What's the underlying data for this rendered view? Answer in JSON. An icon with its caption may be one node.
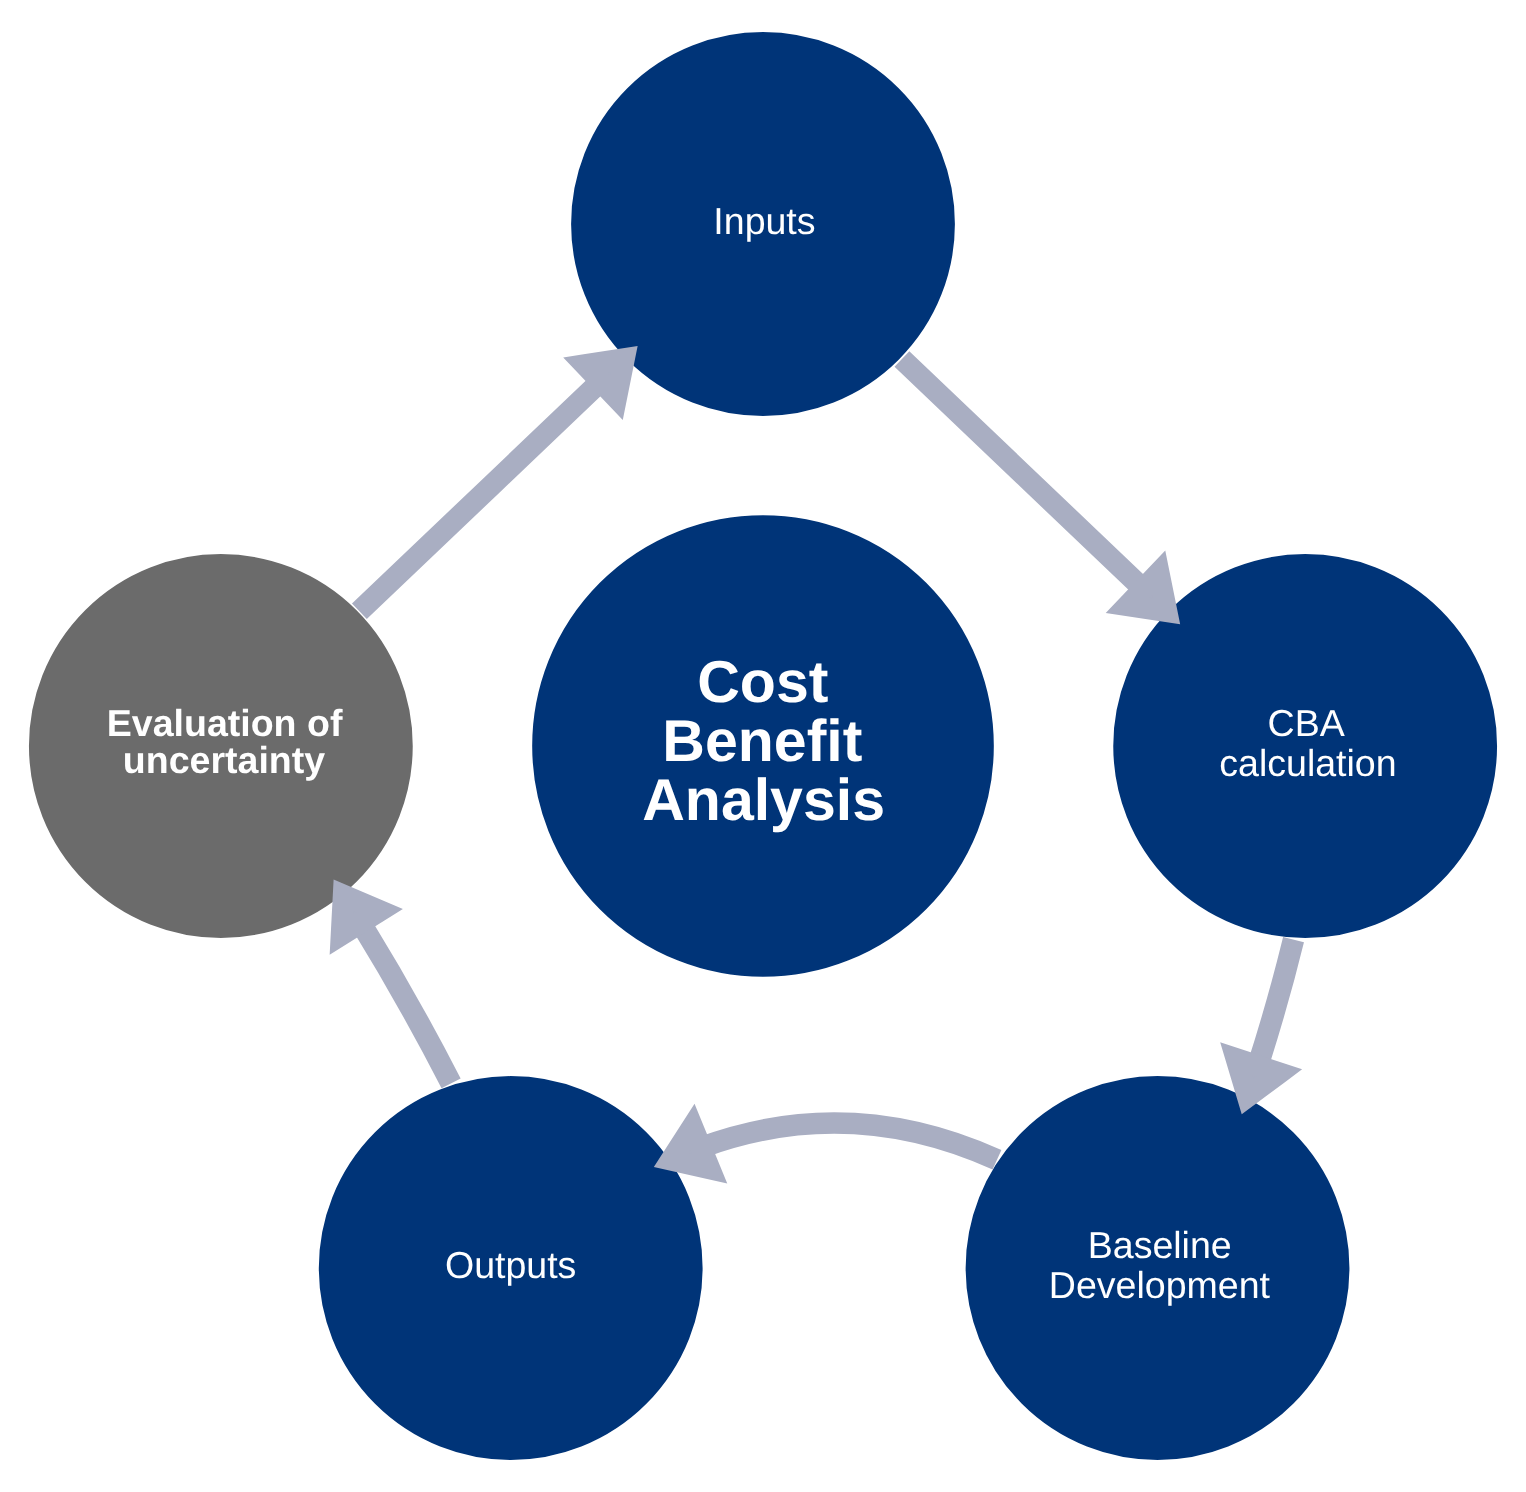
{
  "diagram": {
    "nodes": [
      {
        "text": [
          "Cost Benefit Analysis"
        ]
      },
      {
        "text": [
          "Inputs"
        ]
      },
      {
        "text": [
          "CBA calculation"
        ]
      },
      {
        "text": [
          "Baseline Development"
        ]
      },
      {
        "text": [
          "Outputs"
        ]
      },
      {
        "text": [
          "Evaluation of uncertainty"
        ]
      }
    ],
    "edges": [
      {
        "from": 1,
        "to": 2,
        "arrow": "to"
      },
      {
        "from": 2,
        "to": 3,
        "arrow": "to"
      },
      {
        "from": 3,
        "to": 4,
        "arrow": "to"
      },
      {
        "from": 4,
        "to": 5,
        "arrow": "to"
      },
      {
        "from": 5,
        "to": 1,
        "arrow": "to"
      }
    ]
  }
}
